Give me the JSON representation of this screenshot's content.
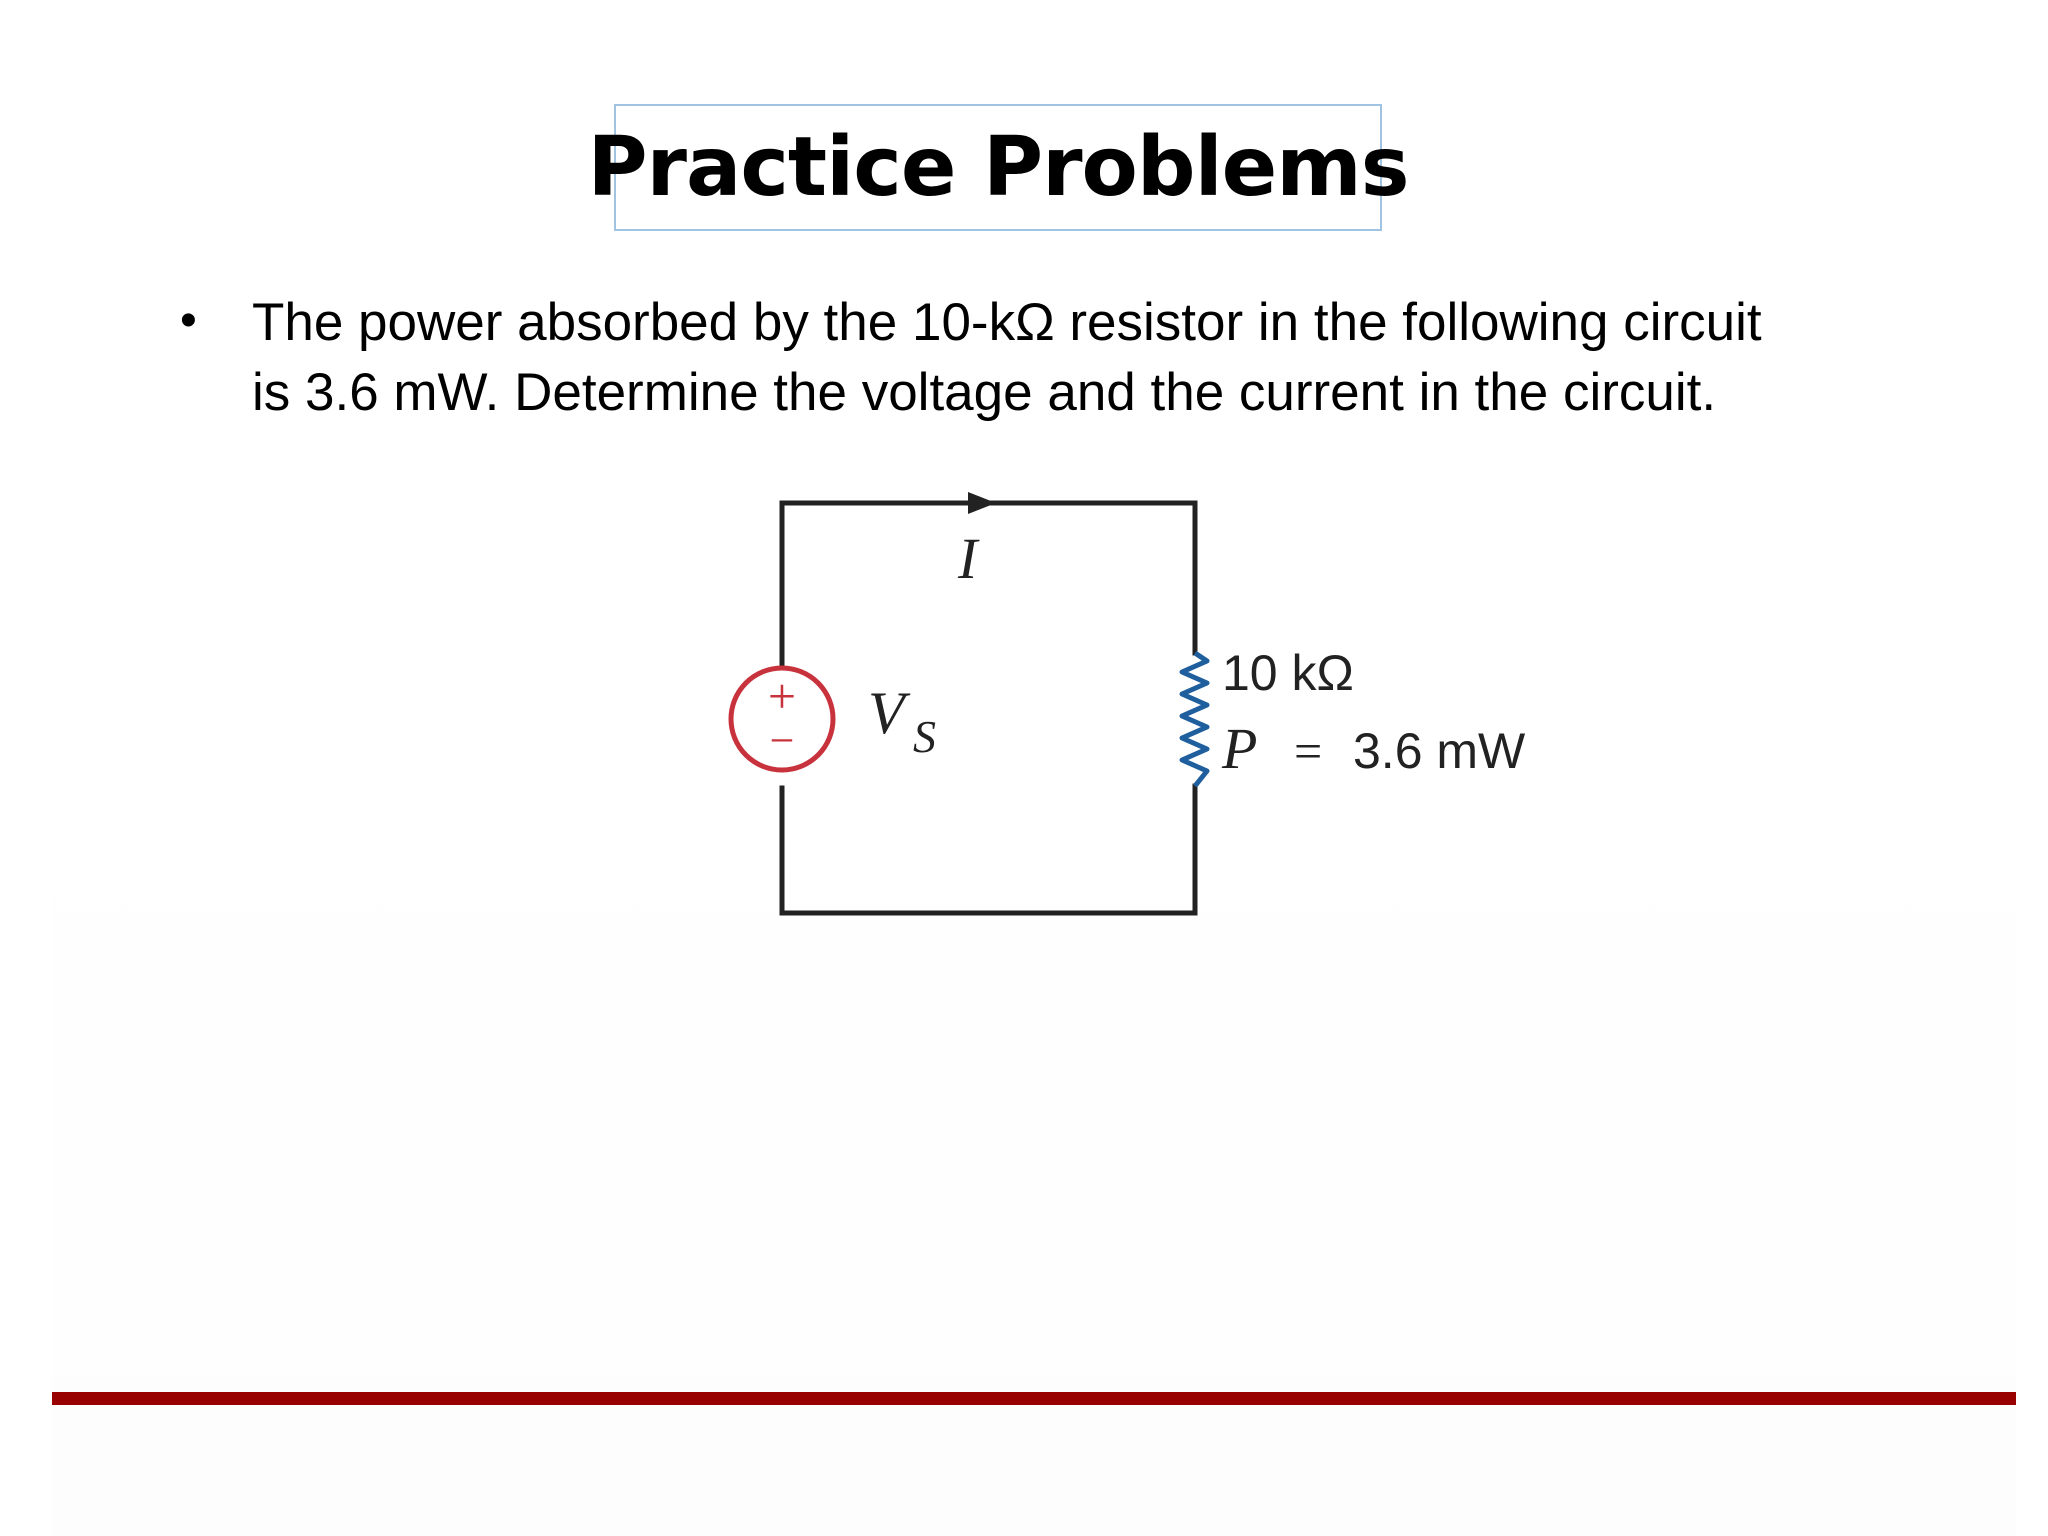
{
  "title": "Practice Problems",
  "bullet": "•",
  "problem": {
    "line1": "The power absorbed by the 10-kΩ resistor in the following circuit",
    "line2": "is 3.6 mW. Determine the voltage and the current in the circuit."
  },
  "circuit": {
    "current_label": "I",
    "source_label_main": "V",
    "source_label_sub": "S",
    "source_plus": "+",
    "source_minus": "−",
    "resistor_value": "10 kΩ",
    "power_symbol": "P",
    "power_equals": "=",
    "power_value": "3.6 mW"
  },
  "colors": {
    "source_ring": "#c8323c",
    "resistor": "#1f5f9e",
    "wire": "#222222",
    "footer_bar": "#990000",
    "title_border": "#9fc3e0"
  }
}
